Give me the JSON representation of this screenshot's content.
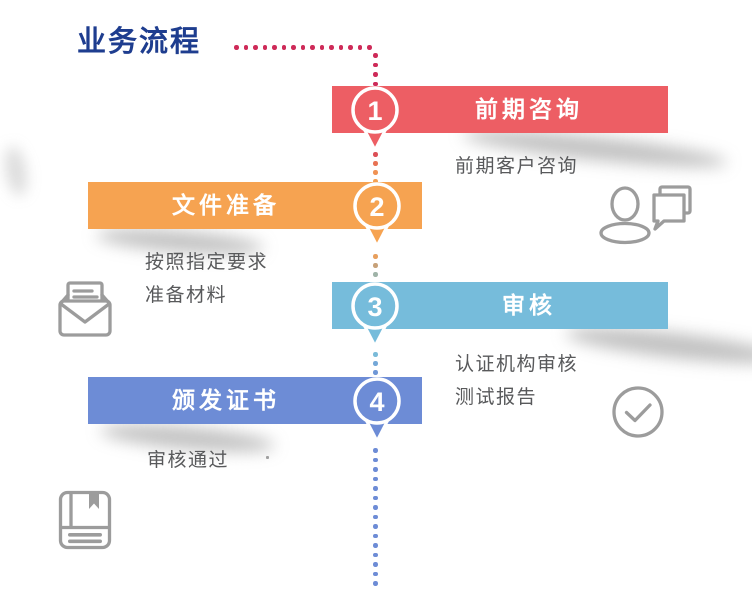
{
  "title": {
    "text": "业务流程"
  },
  "colors": {
    "title": "#1E3D8F",
    "desc_text": "#58595B",
    "icon_gray": "#9C9C9C",
    "connector_red": "#CE2A58"
  },
  "steps": [
    {
      "number": "1",
      "label": "前期咨询",
      "color": "#ED5E64",
      "desc": [
        "前期客户咨询"
      ],
      "icon": "person-chat-icon"
    },
    {
      "number": "2",
      "label": "文件准备",
      "color": "#F6A351",
      "desc": [
        "按照指定要求",
        "准备材料"
      ],
      "icon": "envelope-icon"
    },
    {
      "number": "3",
      "label": "审核",
      "color": "#76BCDB",
      "desc": [
        "认证机构审核",
        "测试报告"
      ],
      "icon": "check-circle-icon"
    },
    {
      "number": "4",
      "label": "颁发证书",
      "color": "#6D8CD6",
      "desc": [
        "审核通过"
      ],
      "icon": "book-icon"
    }
  ],
  "connectors": {
    "title_h": {
      "count": 15,
      "color": "#CE2A58"
    },
    "title_v": {
      "count": 4,
      "color": "#CE2A58"
    },
    "c12": {
      "colors": [
        "#DC4F56",
        "#E87254",
        "#F09253",
        "#F5A052"
      ]
    },
    "c23": {
      "colors": [
        "#E89F5D",
        "#C7A179",
        "#9FB3A8"
      ]
    },
    "c34": {
      "colors": [
        "#7ABBD9",
        "#74A8D8",
        "#6F97D7"
      ]
    },
    "c4_end": {
      "count": 15,
      "color": "#6D8CD6"
    }
  }
}
